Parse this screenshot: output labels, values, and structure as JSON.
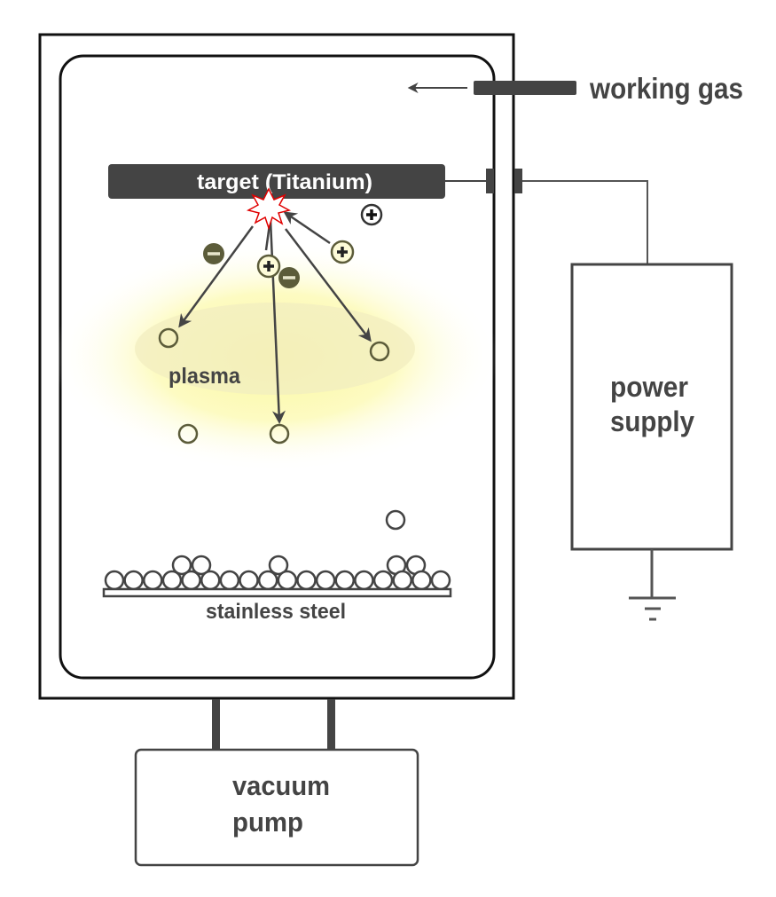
{
  "title": "Sputter deposition schematic",
  "labels": {
    "working_gas": "working gas",
    "target": "target (Titanium)",
    "plasma": "plasma",
    "substrate": "stainless steel",
    "power_supply_line1": "power",
    "power_supply_line2": "supply",
    "vacuum_pump_line1": "vacuum",
    "vacuum_pump_line2": "pump"
  },
  "colors": {
    "line": "#444444",
    "chamber": "#111111",
    "atom": "#5c5c3a",
    "electron": "#5c5c3a",
    "spark": "#e00000",
    "plasma_glow": "#fdfcb8",
    "plasma_core": "#f3f1c4"
  },
  "particles": {
    "ions_count": 3,
    "electrons_count": 2,
    "sputtered_atoms_count": 5,
    "deposited_bottom_row_count": 18,
    "deposited_top_count": 5
  }
}
